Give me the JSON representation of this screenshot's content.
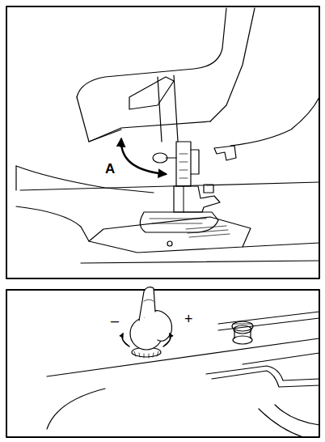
{
  "diagram": {
    "labels": [
      "A",
      "–",
      "+"
    ]
  }
}
